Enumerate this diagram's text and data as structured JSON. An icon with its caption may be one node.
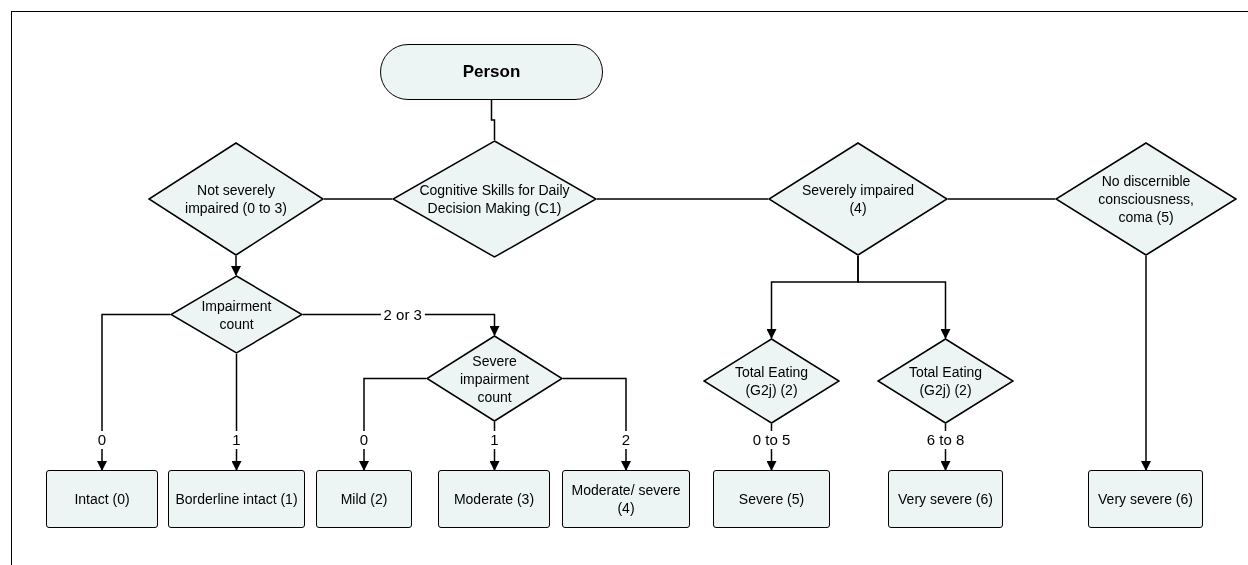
{
  "diagram": {
    "nodes": [
      {
        "text": [
          "Person"
        ]
      },
      {
        "text": [
          "Not severely impaired (0 to 3)"
        ]
      },
      {
        "text": [
          "Cognitive Skills for Daily Decision Making (C1)"
        ]
      },
      {
        "text": [
          "Severely impaired (4)"
        ]
      },
      {
        "text": [
          "No discernible consciousness, coma (5)"
        ]
      },
      {
        "text": [
          "Impairment count"
        ]
      },
      {
        "text": [
          "Severe impairment count"
        ]
      },
      {
        "text": [
          "Total Eating (G2j) (2)"
        ]
      },
      {
        "text": [
          "Total Eating (G2j) (2)"
        ]
      },
      {
        "text": [
          "Intact (0)"
        ]
      },
      {
        "text": [
          "Borderline intact (1)"
        ]
      },
      {
        "text": [
          "Mild (2)"
        ]
      },
      {
        "text": [
          "Moderate (3)"
        ]
      },
      {
        "text": [
          "Moderate/ severe (4)"
        ]
      },
      {
        "text": [
          "Severe (5)"
        ]
      },
      {
        "text": [
          "Very severe (6)"
        ]
      },
      {
        "text": [
          "Very severe (6)"
        ]
      }
    ],
    "edges": [
      {
        "from": 0,
        "to": 2,
        "arrow": "none"
      },
      {
        "from": 2,
        "to": 1,
        "arrow": "none"
      },
      {
        "from": 2,
        "to": 3,
        "arrow": "none"
      },
      {
        "from": 3,
        "to": 4,
        "arrow": "none"
      },
      {
        "from": 1,
        "to": 5,
        "arrow": "to"
      },
      {
        "from": 5,
        "to": 9,
        "arrow": "to",
        "label": "0"
      },
      {
        "from": 5,
        "to": 10,
        "arrow": "to",
        "label": "1"
      },
      {
        "from": 5,
        "to": 6,
        "arrow": "to",
        "label": "2 or 3"
      },
      {
        "from": 6,
        "to": 11,
        "arrow": "to",
        "label": "0"
      },
      {
        "from": 6,
        "to": 12,
        "arrow": "to",
        "label": "1"
      },
      {
        "from": 6,
        "to": 13,
        "arrow": "to",
        "label": "2"
      },
      {
        "from": 3,
        "to": 7,
        "arrow": "to"
      },
      {
        "from": 3,
        "to": 8,
        "arrow": "to"
      },
      {
        "from": 7,
        "to": 14,
        "arrow": "to",
        "label": "0 to 5"
      },
      {
        "from": 8,
        "to": 15,
        "arrow": "to",
        "label": "6 to 8"
      },
      {
        "from": 4,
        "to": 16,
        "arrow": "to"
      }
    ]
  }
}
